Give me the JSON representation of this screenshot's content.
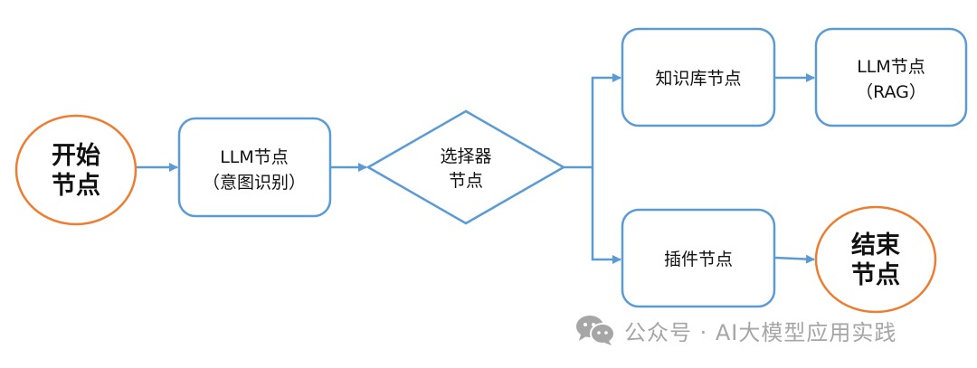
{
  "colors": {
    "edge": "#5B9BD5",
    "terminal": "#ED7D31",
    "text": "#111111",
    "watermark": "#A6A6A6"
  },
  "nodes": {
    "start": {
      "type": "terminal",
      "lines": [
        "开始",
        "节点"
      ]
    },
    "llm_intent": {
      "type": "process",
      "lines": [
        "LLM节点",
        "（意图识别）"
      ]
    },
    "selector": {
      "type": "decision",
      "lines": [
        "选择器",
        "节点"
      ]
    },
    "knowledge": {
      "type": "process",
      "lines": [
        "知识库节点"
      ]
    },
    "llm_rag": {
      "type": "process",
      "lines": [
        "LLM节点",
        "（RAG）"
      ]
    },
    "plugin": {
      "type": "process",
      "lines": [
        "插件节点"
      ]
    },
    "end": {
      "type": "terminal",
      "lines": [
        "结束",
        "节点"
      ]
    }
  },
  "edges": [
    {
      "from": "start",
      "to": "llm_intent"
    },
    {
      "from": "llm_intent",
      "to": "selector"
    },
    {
      "from": "selector",
      "to": "knowledge"
    },
    {
      "from": "selector",
      "to": "plugin"
    },
    {
      "from": "knowledge",
      "to": "llm_rag"
    },
    {
      "from": "plugin",
      "to": "end"
    }
  ],
  "watermark": {
    "icon": "wechat-icon",
    "text": "公众号 · AI大模型应用实践"
  }
}
